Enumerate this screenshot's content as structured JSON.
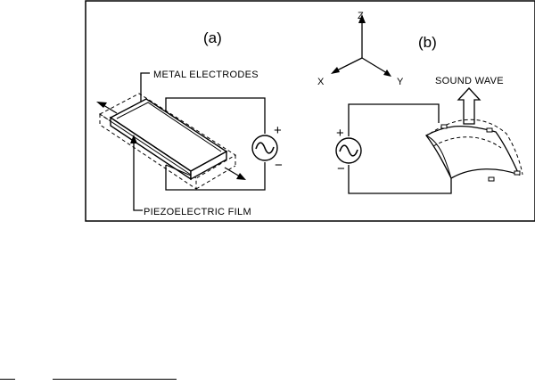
{
  "figure": {
    "panel_a": "(a)",
    "panel_b": "(b)",
    "labels": {
      "metal_electrodes": "METAL ELECTRODES",
      "piezoelectric_film": "PIEZOELECTRIC FILM",
      "sound_wave": "SOUND WAVE"
    },
    "axes": {
      "z": "Z",
      "x": "X",
      "y": "Y"
    },
    "terminals": {
      "a_plus": "+",
      "a_minus": "−",
      "b_plus": "+",
      "b_minus": "−"
    },
    "icons": [
      "ac-source-icon",
      "arrow-up-icon",
      "double-arrow-icon"
    ]
  }
}
